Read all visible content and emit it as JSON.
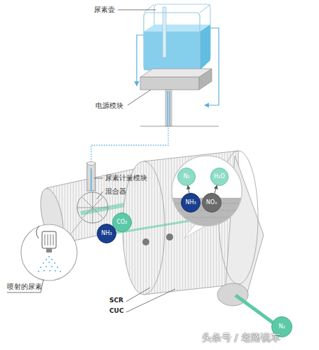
{
  "diagram": {
    "nodes": [
      {
        "text": [
          "N₂"
        ]
      },
      {
        "text": [
          "H₂O"
        ]
      },
      {
        "text": [
          "NH₃"
        ]
      },
      {
        "text": [
          "NOₓ"
        ]
      },
      {
        "text": [
          "CO₂"
        ]
      },
      {
        "text": [
          "NH₃"
        ]
      },
      {
        "text": [
          "N₂"
        ]
      }
    ],
    "edges": [
      {
        "from": 2,
        "to": 0,
        "arrow": "to"
      },
      {
        "from": 3,
        "to": 1,
        "arrow": "to"
      }
    ],
    "labels": [
      "尿素壶",
      "电源模块",
      "尿素计量模块",
      "混合器",
      "喷射的尿素",
      "SCR",
      "CUC",
      "头条号 / 老路说车"
    ]
  }
}
